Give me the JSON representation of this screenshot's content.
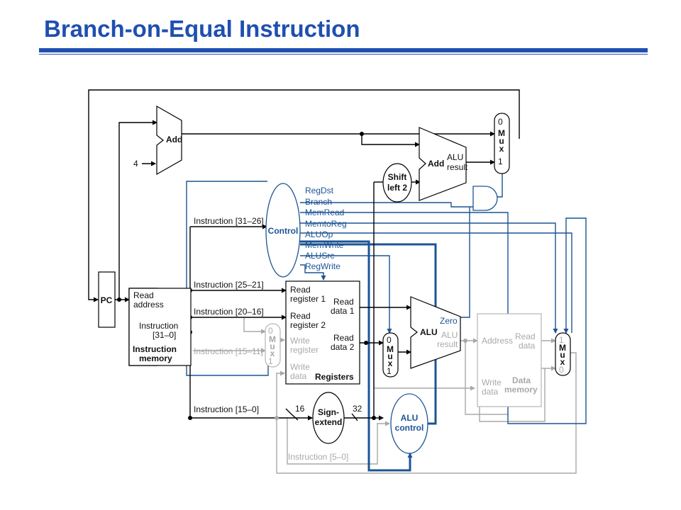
{
  "title": "Branch-on-Equal Instruction",
  "colors": {
    "title": "#1f4fb0",
    "active_control": "#1c5494",
    "inactive": "#a8a8a8",
    "datapath": "#000000"
  },
  "pc": {
    "label": "PC"
  },
  "pc_adder": {
    "label": "Add",
    "const_input": "4"
  },
  "branch_adder": {
    "label": "Add",
    "result_line1": "ALU",
    "result_line2": "result"
  },
  "shift": {
    "line1": "Shift",
    "line2": "left 2"
  },
  "control": {
    "label": "Control",
    "signals": [
      "RegDst",
      "Branch",
      "MemRead",
      "MemtoReg",
      "ALUOp",
      "MemWrite",
      "ALUSrc",
      "RegWrite"
    ]
  },
  "instr_fields": {
    "f31_26": "Instruction [31–26]",
    "f25_21": "Instruction [25–21]",
    "f20_16": "Instruction [20–16]",
    "f15_11": "Instruction [15–11]",
    "f15_0": "Instruction [15–0]",
    "f5_0": "Instruction [5–0]"
  },
  "imem": {
    "read_l1": "Read",
    "read_l2": "address",
    "instr_l1": "Instruction",
    "instr_l2": "[31–0]",
    "name_l1": "Instruction",
    "name_l2": "memory"
  },
  "registers": {
    "rr1_l1": "Read",
    "rr1_l2": "register 1",
    "rr2_l1": "Read",
    "rr2_l2": "register 2",
    "wr_l1": "Write",
    "wr_l2": "register",
    "wd_l1": "Write",
    "wd_l2": "data",
    "rd1_l1": "Read",
    "rd1_l2": "data 1",
    "rd2_l1": "Read",
    "rd2_l2": "data 2",
    "name": "Registers"
  },
  "alu": {
    "label": "ALU",
    "zero": "Zero",
    "result_l1": "ALU",
    "result_l2": "result"
  },
  "alu_control": {
    "line1": "ALU",
    "line2": "control"
  },
  "sign_extend": {
    "line1": "Sign-",
    "line2": "extend",
    "in_bits": "16",
    "out_bits": "32"
  },
  "data_memory": {
    "address": "Address",
    "rd_l1": "Read",
    "rd_l2": "data",
    "wd_l1": "Write",
    "wd_l2": "data",
    "name_l1": "Data",
    "name_l2": "memory"
  },
  "muxes": {
    "pc_mux": {
      "top": "0",
      "bottom": "1",
      "l1": "M",
      "l2": "u",
      "l3": "x"
    },
    "reg_mux": {
      "top": "0",
      "bottom": "1",
      "l1": "M",
      "l2": "u",
      "l3": "x"
    },
    "alu_mux": {
      "top": "0",
      "bottom": "1",
      "l1": "M",
      "l2": "u",
      "l3": "x"
    },
    "mem_mux": {
      "top": "1",
      "bottom": "0",
      "l1": "M",
      "l2": "u",
      "l3": "x"
    }
  }
}
